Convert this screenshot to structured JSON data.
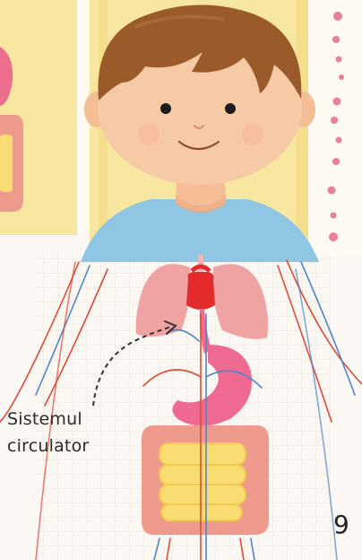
{
  "illustration": {
    "subject": "child-anatomy-illustration",
    "annotation": {
      "lines": [
        "Sistemul",
        "circulator"
      ]
    },
    "page_number": "9"
  },
  "colors": {
    "panel_yellow": "#f8e7a0",
    "panel_yellow_dark": "#f1d56e",
    "white_strip": "#fdfaf2",
    "pink_dots": "#e97f9a",
    "hair": "#9a5a2a",
    "skin": "#f7caa6",
    "shirt": "#8fc6e4",
    "organ_pink": "#f0a3a3",
    "heart_red": "#e32b2b",
    "stomach": "#ef6a91",
    "intestine_outer": "#ee9a8d",
    "intestine_yellow": "#f9dd72",
    "vein_red": "#e04a3a",
    "vein_blue": "#4f86c8",
    "background": "#fbf8f3"
  }
}
